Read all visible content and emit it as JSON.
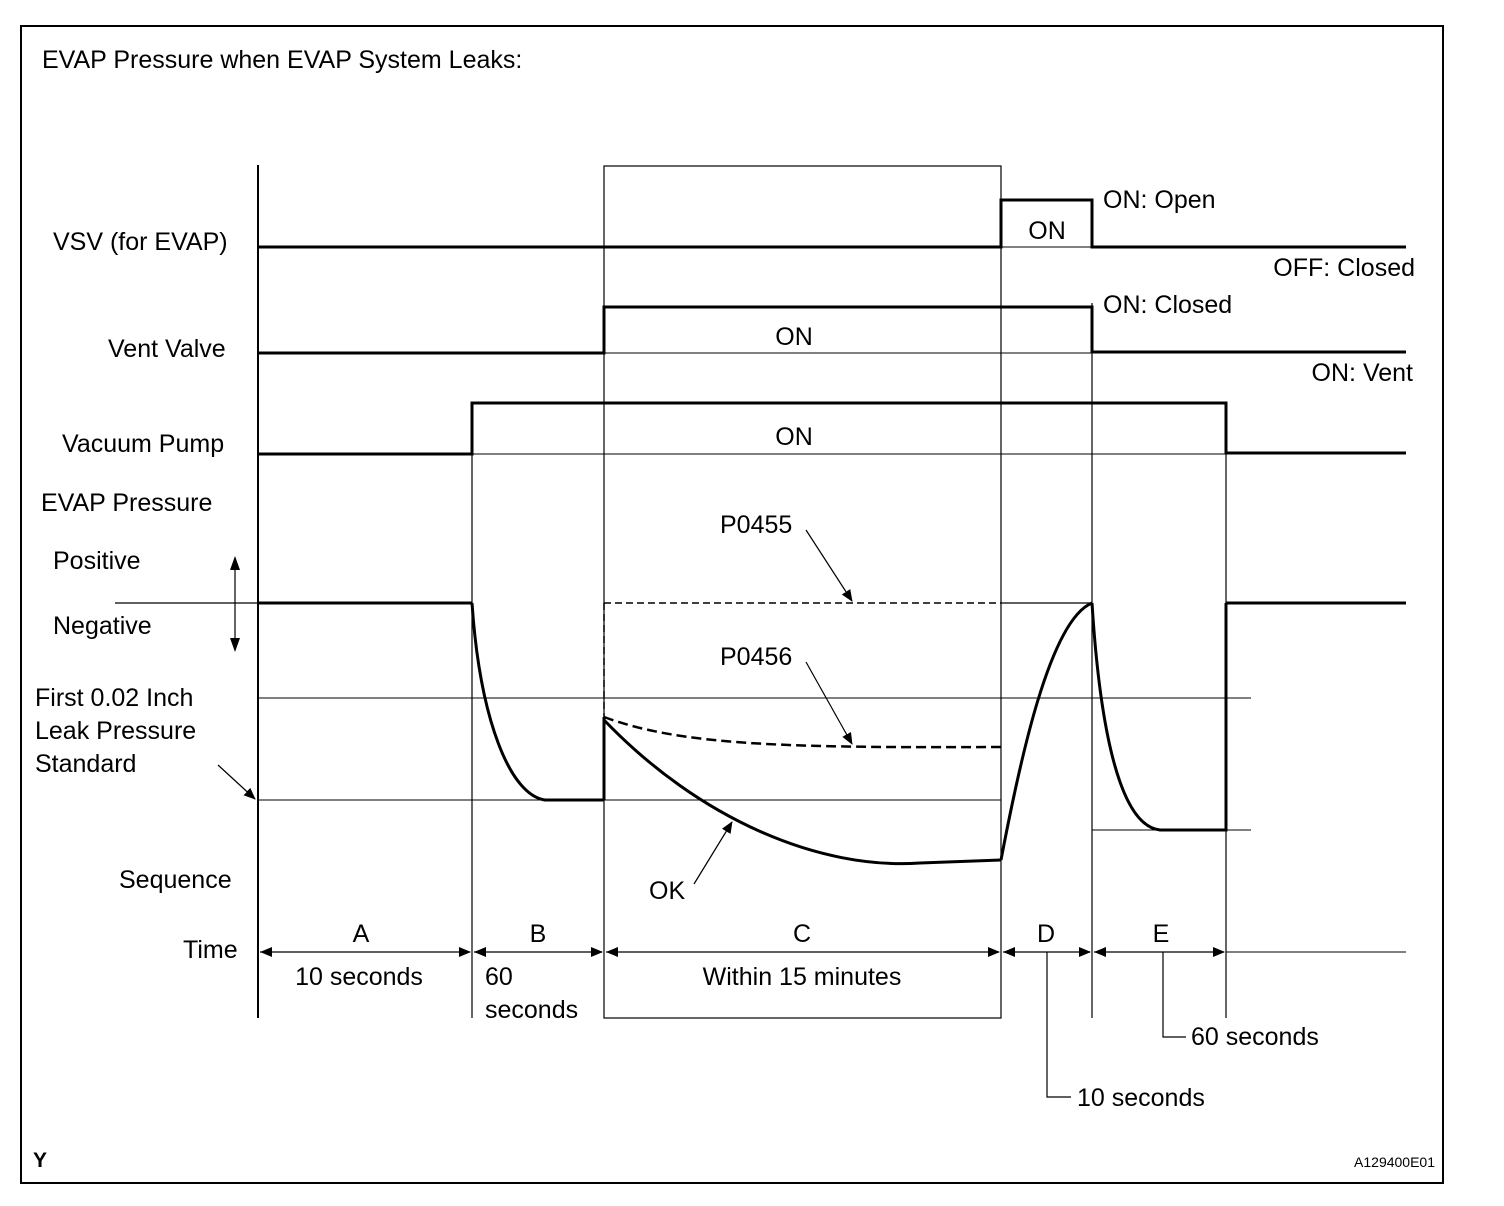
{
  "title": "EVAP Pressure when EVAP System Leaks:",
  "rows": {
    "vsv": "VSV (for EVAP)",
    "vent_valve": "Vent Valve",
    "vacuum_pump": "Vacuum Pump",
    "evap_pressure": "EVAP Pressure",
    "positive": "Positive",
    "negative": "Negative",
    "leak_std": [
      "First 0.02 Inch",
      "Leak Pressure",
      "Standard"
    ],
    "sequence": "Sequence",
    "time": "Time"
  },
  "states": {
    "vsv_on": "ON",
    "vsv_on_desc": "ON: Open",
    "vsv_off_desc": "OFF: Closed",
    "vent_on": "ON",
    "vent_on_desc": "ON: Closed",
    "vent_off_desc": "ON: Vent",
    "pump_on": "ON"
  },
  "curves": {
    "p0455": "P0455",
    "p0456": "P0456",
    "ok": "OK"
  },
  "sequence": [
    {
      "letter": "A",
      "time": "10 seconds"
    },
    {
      "letter": "B",
      "time": [
        "60",
        "seconds"
      ]
    },
    {
      "letter": "C",
      "time": "Within 15 minutes"
    },
    {
      "letter": "D",
      "time": "10 seconds"
    },
    {
      "letter": "E",
      "time": "60 seconds"
    }
  ],
  "footer": {
    "left": "Y",
    "right": "A129400E01"
  }
}
